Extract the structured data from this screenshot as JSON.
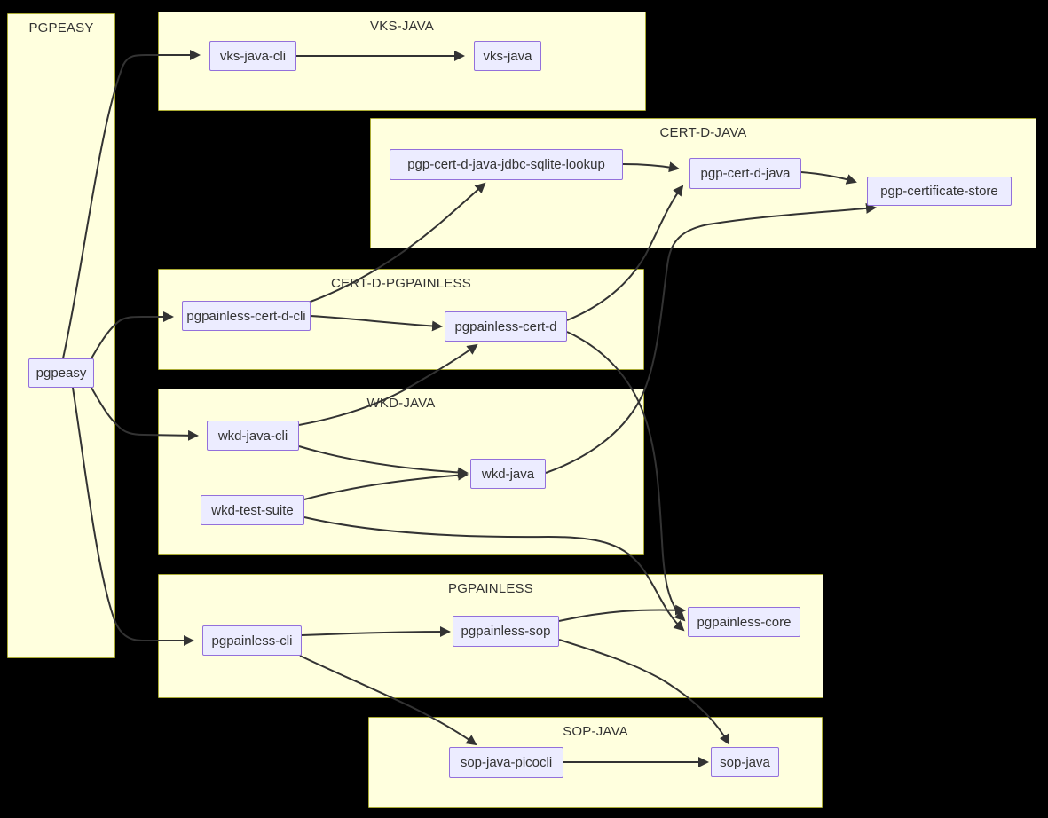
{
  "diagram": {
    "type": "flowchart-dependency-graph",
    "colors": {
      "background": "#000000",
      "cluster_fill": "#ffffde",
      "cluster_border": "#aaaa33",
      "node_fill": "#ececff",
      "node_border": "#9370db",
      "edge": "#333333",
      "text": "#333333"
    },
    "clusters": {
      "pgpeasy": {
        "label": "PGPEASY"
      },
      "vks_java": {
        "label": "VKS-JAVA"
      },
      "cert_d_java": {
        "label": "CERT-D-JAVA"
      },
      "cert_d_pgpainless": {
        "label": "CERT-D-PGPAINLESS"
      },
      "wkd_java": {
        "label": "WKD-JAVA"
      },
      "pgpainless": {
        "label": "PGPAINLESS"
      },
      "sop_java": {
        "label": "SOP-JAVA"
      }
    },
    "nodes": {
      "pgpeasy": {
        "label": "pgpeasy"
      },
      "vks_java_cli": {
        "label": "vks-java-cli"
      },
      "vks_java": {
        "label": "vks-java"
      },
      "pgp_cert_d_java_jdbc_sqlite_lookup": {
        "label": "pgp-cert-d-java-jdbc-sqlite-lookup"
      },
      "pgp_cert_d_java": {
        "label": "pgp-cert-d-java"
      },
      "pgp_certificate_store": {
        "label": "pgp-certificate-store"
      },
      "pgpainless_cert_d_cli": {
        "label": "pgpainless-cert-d-cli"
      },
      "pgpainless_cert_d": {
        "label": "pgpainless-cert-d"
      },
      "wkd_java_cli": {
        "label": "wkd-java-cli"
      },
      "wkd_java": {
        "label": "wkd-java"
      },
      "wkd_test_suite": {
        "label": "wkd-test-suite"
      },
      "pgpainless_cli": {
        "label": "pgpainless-cli"
      },
      "pgpainless_sop": {
        "label": "pgpainless-sop"
      },
      "pgpainless_core": {
        "label": "pgpainless-core"
      },
      "sop_java_picocli": {
        "label": "sop-java-picocli"
      },
      "sop_java": {
        "label": "sop-java"
      }
    },
    "edges": [
      {
        "from": "pgpeasy",
        "to": "vks-java-cli"
      },
      {
        "from": "pgpeasy",
        "to": "pgpainless-cert-d-cli"
      },
      {
        "from": "pgpeasy",
        "to": "wkd-java-cli"
      },
      {
        "from": "pgpeasy",
        "to": "pgpainless-cli"
      },
      {
        "from": "vks-java-cli",
        "to": "vks-java"
      },
      {
        "from": "pgp-cert-d-java-jdbc-sqlite-lookup",
        "to": "pgp-cert-d-java"
      },
      {
        "from": "pgp-cert-d-java",
        "to": "pgp-certificate-store"
      },
      {
        "from": "pgpainless-cert-d-cli",
        "to": "pgp-cert-d-java-jdbc-sqlite-lookup"
      },
      {
        "from": "pgpainless-cert-d-cli",
        "to": "pgpainless-cert-d"
      },
      {
        "from": "pgpainless-cert-d",
        "to": "pgp-cert-d-java"
      },
      {
        "from": "pgpainless-cert-d",
        "to": "pgpainless-core"
      },
      {
        "from": "wkd-java-cli",
        "to": "pgpainless-cert-d"
      },
      {
        "from": "wkd-java-cli",
        "to": "wkd-java"
      },
      {
        "from": "wkd-test-suite",
        "to": "wkd-java"
      },
      {
        "from": "wkd-test-suite",
        "to": "pgpainless-core"
      },
      {
        "from": "wkd-java",
        "to": "pgp-certificate-store"
      },
      {
        "from": "pgpainless-cli",
        "to": "pgpainless-sop"
      },
      {
        "from": "pgpainless-cli",
        "to": "sop-java-picocli"
      },
      {
        "from": "pgpainless-sop",
        "to": "pgpainless-core"
      },
      {
        "from": "pgpainless-sop",
        "to": "sop-java"
      },
      {
        "from": "sop-java-picocli",
        "to": "sop-java"
      }
    ]
  }
}
